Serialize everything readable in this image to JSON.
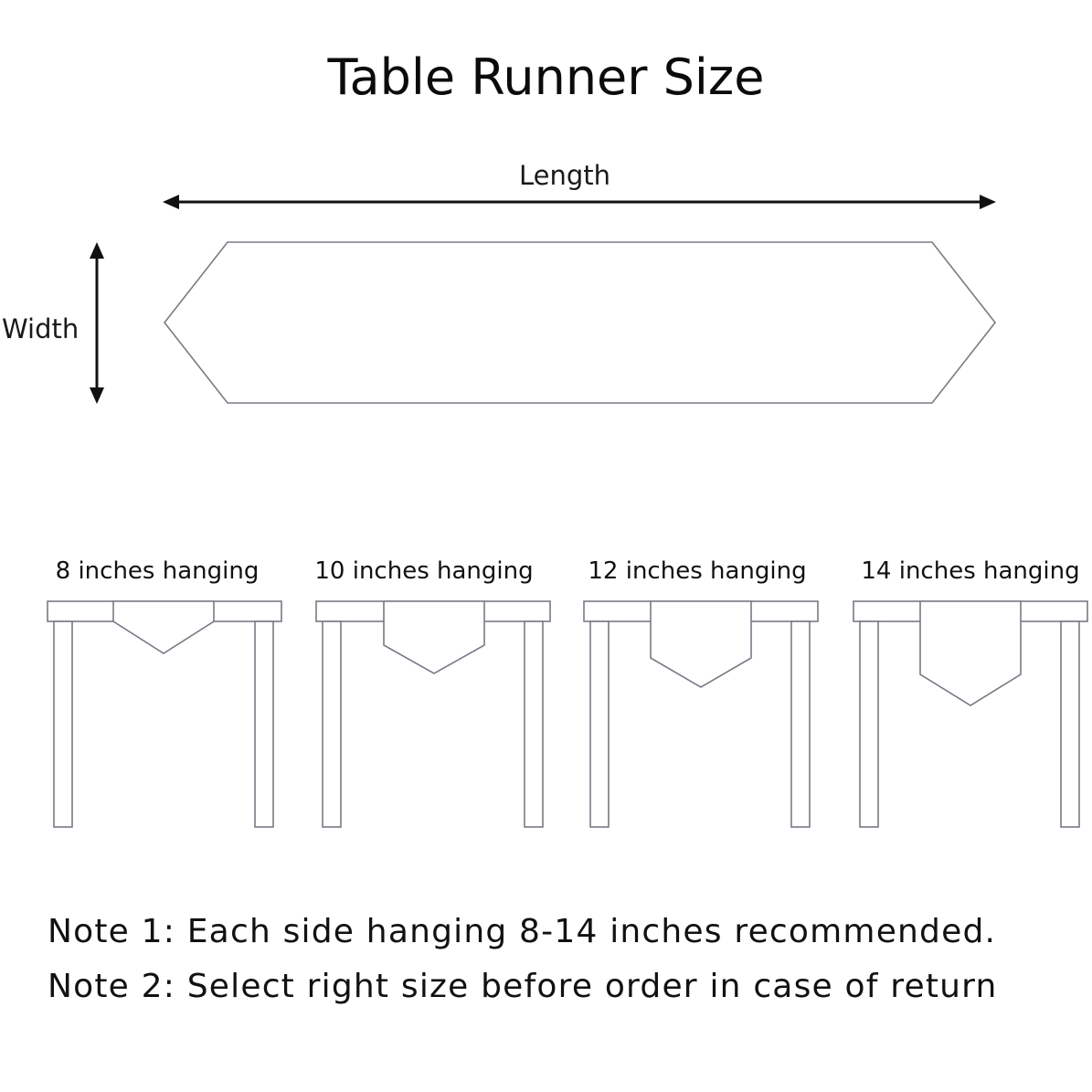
{
  "title": "Table Runner Size",
  "dimensions": {
    "length_label": "Length",
    "width_label": "Width"
  },
  "hanging_options": [
    {
      "label": "8 inches hanging",
      "inches": 8
    },
    {
      "label": "10 inches hanging",
      "inches": 10
    },
    {
      "label": "12 inches hanging",
      "inches": 12
    },
    {
      "label": "14 inches hanging",
      "inches": 14
    }
  ],
  "notes": [
    "Note 1: Each side hanging 8-14 inches recommended.",
    "Note 2: Select right size before order in case of return"
  ],
  "colors": {
    "outline": "#7a7a86",
    "arrow": "#111111",
    "text": "#111111"
  }
}
